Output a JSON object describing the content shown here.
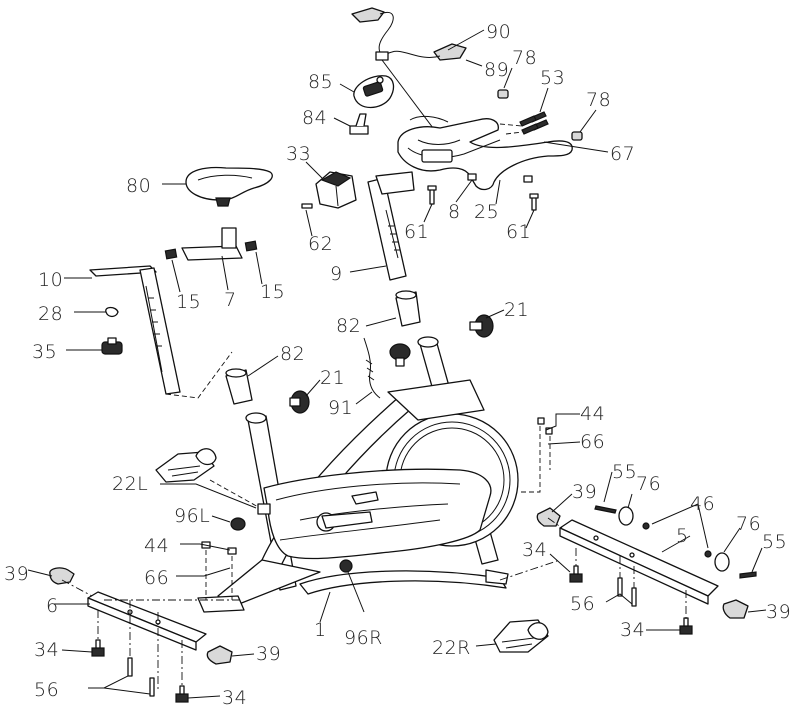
{
  "diagram": {
    "callouts": [
      {
        "id": "c90",
        "text": "90"
      },
      {
        "id": "c89",
        "text": "89"
      },
      {
        "id": "c78a",
        "text": "78"
      },
      {
        "id": "c78b",
        "text": "78"
      },
      {
        "id": "c53",
        "text": "53"
      },
      {
        "id": "c85",
        "text": "85"
      },
      {
        "id": "c84",
        "text": "84"
      },
      {
        "id": "c67",
        "text": "67"
      },
      {
        "id": "c33",
        "text": "33"
      },
      {
        "id": "c80",
        "text": "80"
      },
      {
        "id": "c8",
        "text": "8"
      },
      {
        "id": "c25",
        "text": "25"
      },
      {
        "id": "c61a",
        "text": "61"
      },
      {
        "id": "c61b",
        "text": "61"
      },
      {
        "id": "c62",
        "text": "62"
      },
      {
        "id": "c9",
        "text": "9"
      },
      {
        "id": "c10",
        "text": "10"
      },
      {
        "id": "c15a",
        "text": "15"
      },
      {
        "id": "c7",
        "text": "7"
      },
      {
        "id": "c15b",
        "text": "15"
      },
      {
        "id": "c28",
        "text": "28"
      },
      {
        "id": "c82a",
        "text": "82"
      },
      {
        "id": "c21a",
        "text": "21"
      },
      {
        "id": "c35",
        "text": "35"
      },
      {
        "id": "c82b",
        "text": "82"
      },
      {
        "id": "c21b",
        "text": "21"
      },
      {
        "id": "c91",
        "text": "91"
      },
      {
        "id": "c44a",
        "text": "44"
      },
      {
        "id": "c66a",
        "text": "66"
      },
      {
        "id": "c22L",
        "text": "22L"
      },
      {
        "id": "c55a",
        "text": "55"
      },
      {
        "id": "c76a",
        "text": "76"
      },
      {
        "id": "c39a",
        "text": "39"
      },
      {
        "id": "c46",
        "text": "46"
      },
      {
        "id": "c96L",
        "text": "96L"
      },
      {
        "id": "c5",
        "text": "5"
      },
      {
        "id": "c76b",
        "text": "76"
      },
      {
        "id": "c44b",
        "text": "44"
      },
      {
        "id": "c34a",
        "text": "34"
      },
      {
        "id": "c55b",
        "text": "55"
      },
      {
        "id": "c39b",
        "text": "39"
      },
      {
        "id": "c66b",
        "text": "66"
      },
      {
        "id": "c56a",
        "text": "56"
      },
      {
        "id": "c39c",
        "text": "39"
      },
      {
        "id": "c6",
        "text": "6"
      },
      {
        "id": "c34b",
        "text": "34"
      },
      {
        "id": "c1",
        "text": "1"
      },
      {
        "id": "c96R",
        "text": "96R"
      },
      {
        "id": "c22R",
        "text": "22R"
      },
      {
        "id": "c34c",
        "text": "34"
      },
      {
        "id": "c39d",
        "text": "39"
      },
      {
        "id": "c56b",
        "text": "56"
      },
      {
        "id": "c34d",
        "text": "34"
      }
    ]
  }
}
